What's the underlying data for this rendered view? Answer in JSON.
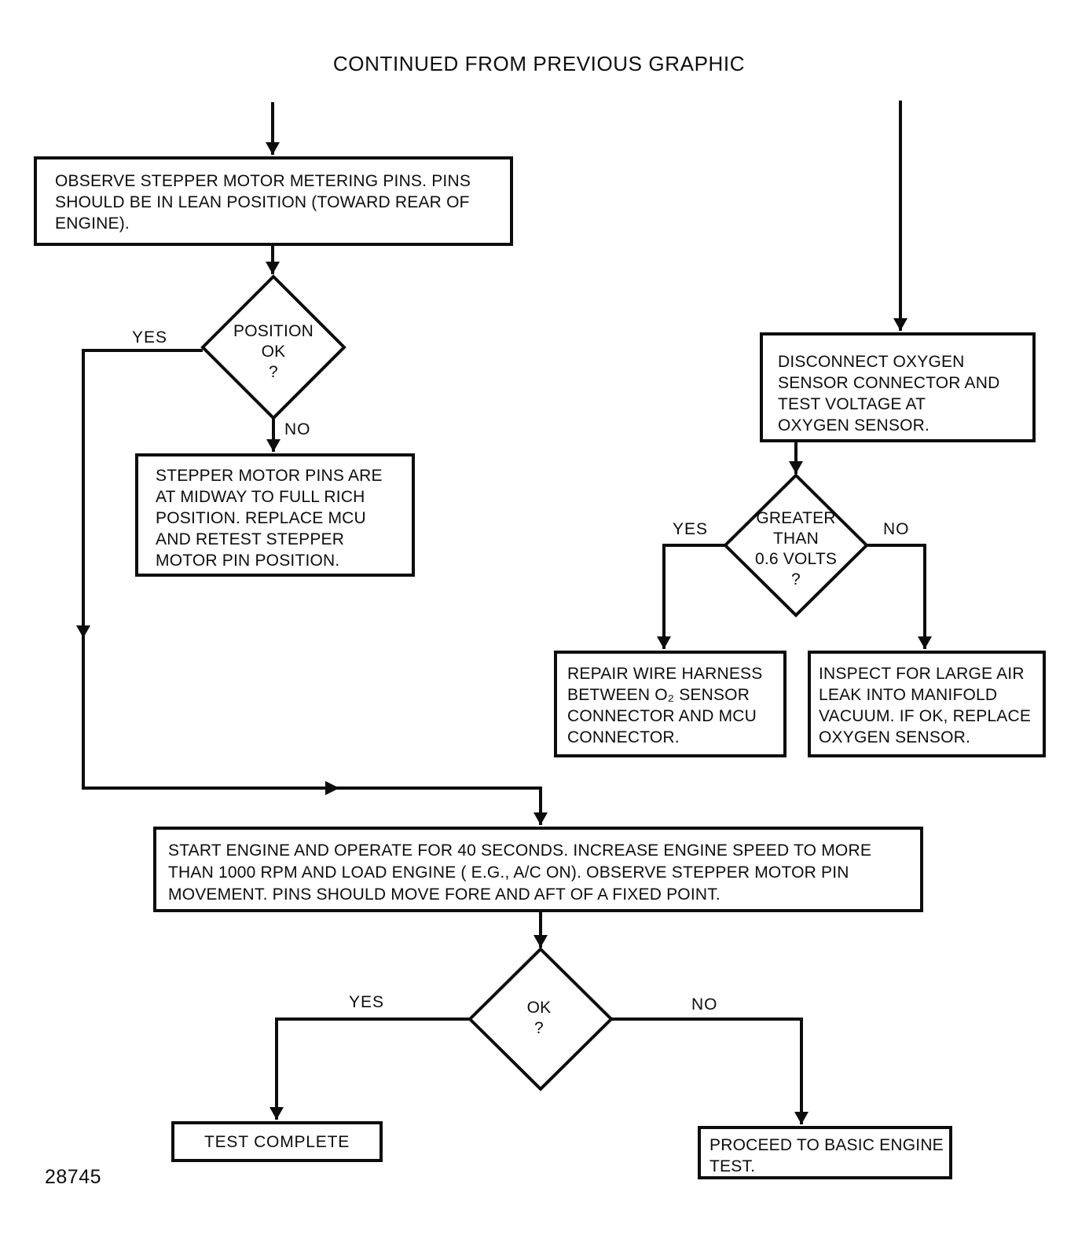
{
  "title": "CONTINUED FROM PREVIOUS GRAPHIC",
  "figure_number": "28745",
  "nodes": {
    "observe_pins": "OBSERVE STEPPER MOTOR METERING PINS. PINS\nSHOULD BE IN LEAN POSITION (TOWARD REAR OF\nENGINE).",
    "position_ok": "POSITION\nOK\n?",
    "stepper_midway": "STEPPER MOTOR PINS ARE\nAT MIDWAY TO FULL RICH\nPOSITION. REPLACE MCU\nAND RETEST STEPPER\nMOTOR PIN POSITION.",
    "disconnect_sensor": "DISCONNECT OXYGEN\nSENSOR CONNECTOR AND\nTEST VOLTAGE AT\nOXYGEN SENSOR.",
    "greater_than_volts": "GREATER\nTHAN\n0.6 VOLTS\n?",
    "repair_harness": "REPAIR WIRE HARNESS\nBETWEEN O₂ SENSOR\nCONNECTOR AND MCU\nCONNECTOR.",
    "inspect_leak": "INSPECT FOR LARGE AIR\nLEAK INTO MANIFOLD\nVACUUM. IF OK, REPLACE\nOXYGEN SENSOR.",
    "start_engine": "START ENGINE AND OPERATE FOR 40 SECONDS. INCREASE ENGINE SPEED TO MORE\nTHAN 1000 RPM AND LOAD ENGINE ( E.G., A/C ON). OBSERVE STEPPER MOTOR PIN\nMOVEMENT. PINS SHOULD MOVE FORE AND AFT OF A FIXED POINT.",
    "ok_final": "OK\n?",
    "test_complete": "TEST COMPLETE",
    "proceed_basic": "PROCEED TO BASIC ENGINE\nTEST."
  },
  "edge_labels": {
    "position_yes": "YES",
    "position_no": "NO",
    "voltage_yes": "YES",
    "voltage_no": "NO",
    "final_yes": "YES",
    "final_no": "NO"
  },
  "edges": [
    {
      "from": "previous_graphic",
      "to": "observe_pins",
      "label": ""
    },
    {
      "from": "observe_pins",
      "to": "position_ok",
      "label": ""
    },
    {
      "from": "position_ok",
      "to": "start_engine",
      "label": "YES"
    },
    {
      "from": "position_ok",
      "to": "stepper_midway",
      "label": "NO"
    },
    {
      "from": "previous_graphic",
      "to": "disconnect_sensor",
      "label": ""
    },
    {
      "from": "disconnect_sensor",
      "to": "greater_than_volts",
      "label": ""
    },
    {
      "from": "greater_than_volts",
      "to": "repair_harness",
      "label": "YES"
    },
    {
      "from": "greater_than_volts",
      "to": "inspect_leak",
      "label": "NO"
    },
    {
      "from": "start_engine",
      "to": "ok_final",
      "label": ""
    },
    {
      "from": "ok_final",
      "to": "test_complete",
      "label": "YES"
    },
    {
      "from": "ok_final",
      "to": "proceed_basic",
      "label": "NO"
    }
  ],
  "colors": {
    "ink": "#0d0d0d",
    "background": "#ffffff"
  }
}
